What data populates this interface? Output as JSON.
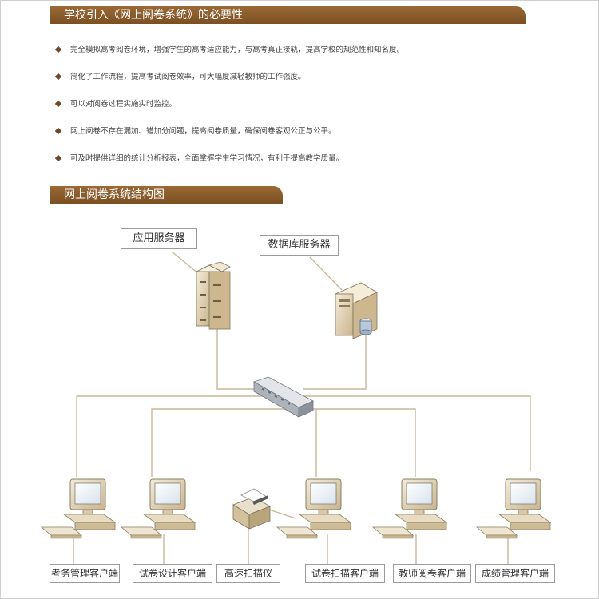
{
  "section1": {
    "title": "学校引入《网上阅卷系统》的必要性",
    "bullets": [
      "完全模拟高考阅卷环境，增强学生的高考适应能力，与高考真正接轨，提高学校的规范性和知名度。",
      "简化了工作流程，提高考试阅卷效率，可大幅度减轻教师的工作强度。",
      "可以对阅卷过程实施实时监控。",
      "网上阅卷不存在漏加、错加分问题，提高阅卷质量，确保阅卷客观公正与公平。",
      "可及时提供详细的统计分析报表，全面掌握学生学习情况，有利于提高教学质量。"
    ]
  },
  "section2": {
    "title": "网上阅卷系统结构图",
    "servers": {
      "app_server": "应用服务器",
      "db_server": "数据库服务器"
    },
    "clients": [
      "考务管理客户端",
      "试卷设计客户端",
      "高速扫描仪",
      "试卷扫描客户端",
      "教师阅卷客户端",
      "成绩管理客户端"
    ]
  },
  "colors": {
    "header_bg": "#8a5c2c",
    "line": "#c9b79c",
    "bullet": "#6b4a2a"
  },
  "icons": [
    "server-rack-icon",
    "database-server-icon",
    "network-switch-icon",
    "computer-icon",
    "scanner-icon"
  ]
}
